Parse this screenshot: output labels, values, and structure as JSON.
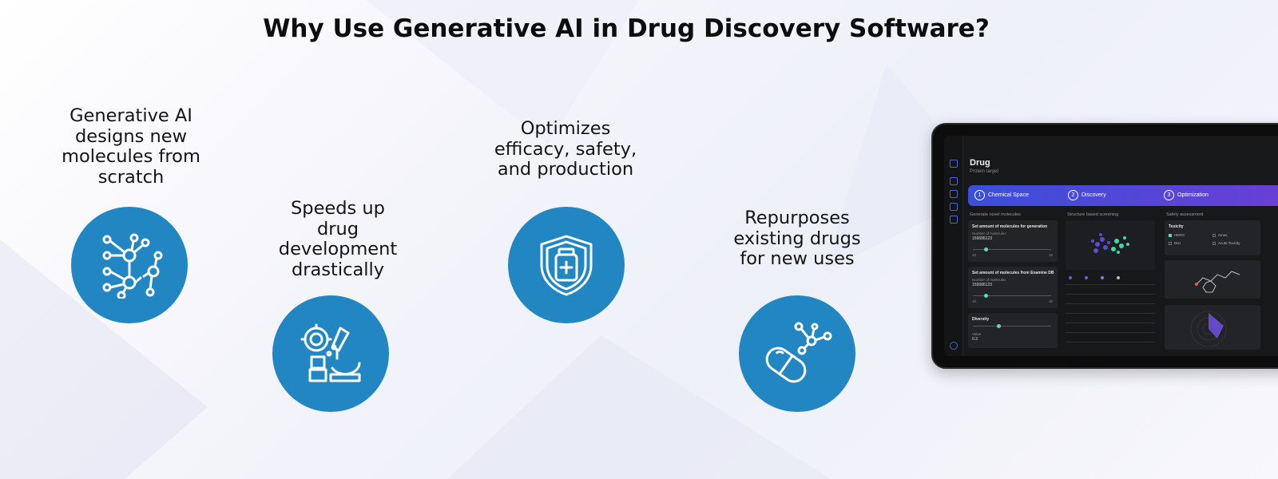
{
  "title": "Why Use Generative AI in Drug Discovery Software?",
  "features": [
    {
      "lines": [
        "Generative AI",
        "designs new",
        "molecules from",
        "scratch"
      ],
      "icon": "molecule-network-icon"
    },
    {
      "lines": [
        "Speeds up",
        "drug",
        "development",
        "drastically"
      ],
      "icon": "lab-microscope-icon"
    },
    {
      "lines": [
        "Optimizes",
        "efficacy, safety,",
        "and production"
      ],
      "icon": "medicine-shield-icon"
    },
    {
      "lines": [
        "Repurposes",
        "existing drugs",
        "for new uses"
      ],
      "icon": "capsule-molecule-icon"
    }
  ],
  "colors": {
    "circle": "#2286c3",
    "stepbar_start": "#3a4fd8",
    "stepbar_end": "#6a3fd4"
  },
  "tablet": {
    "app_title": "Drug",
    "app_subtitle": "Protein target",
    "steps": [
      {
        "num": "1",
        "label": "Chemical Space"
      },
      {
        "num": "2",
        "label": "Discovery"
      },
      {
        "num": "3",
        "label": "Optimization"
      }
    ],
    "columns": [
      "Generate novel molecules",
      "Structure based screening",
      "Safety assessment"
    ],
    "card1": {
      "title": "Set amount of molecules for generation",
      "label": "Number of molecules",
      "value": "159686123",
      "min": "10",
      "max": "10"
    },
    "card2": {
      "title": "Set amount of molecules from Enamine DB",
      "label": "Number of molecules",
      "value": "159686123",
      "min": "10",
      "max": "10"
    },
    "card3": {
      "title": "Diversity",
      "label": "Value",
      "value": "0.3"
    },
    "toxicity": {
      "title": "Toxicity",
      "items": [
        "HERG",
        "Ames",
        "DILI",
        "Acute Toxicity"
      ]
    }
  }
}
